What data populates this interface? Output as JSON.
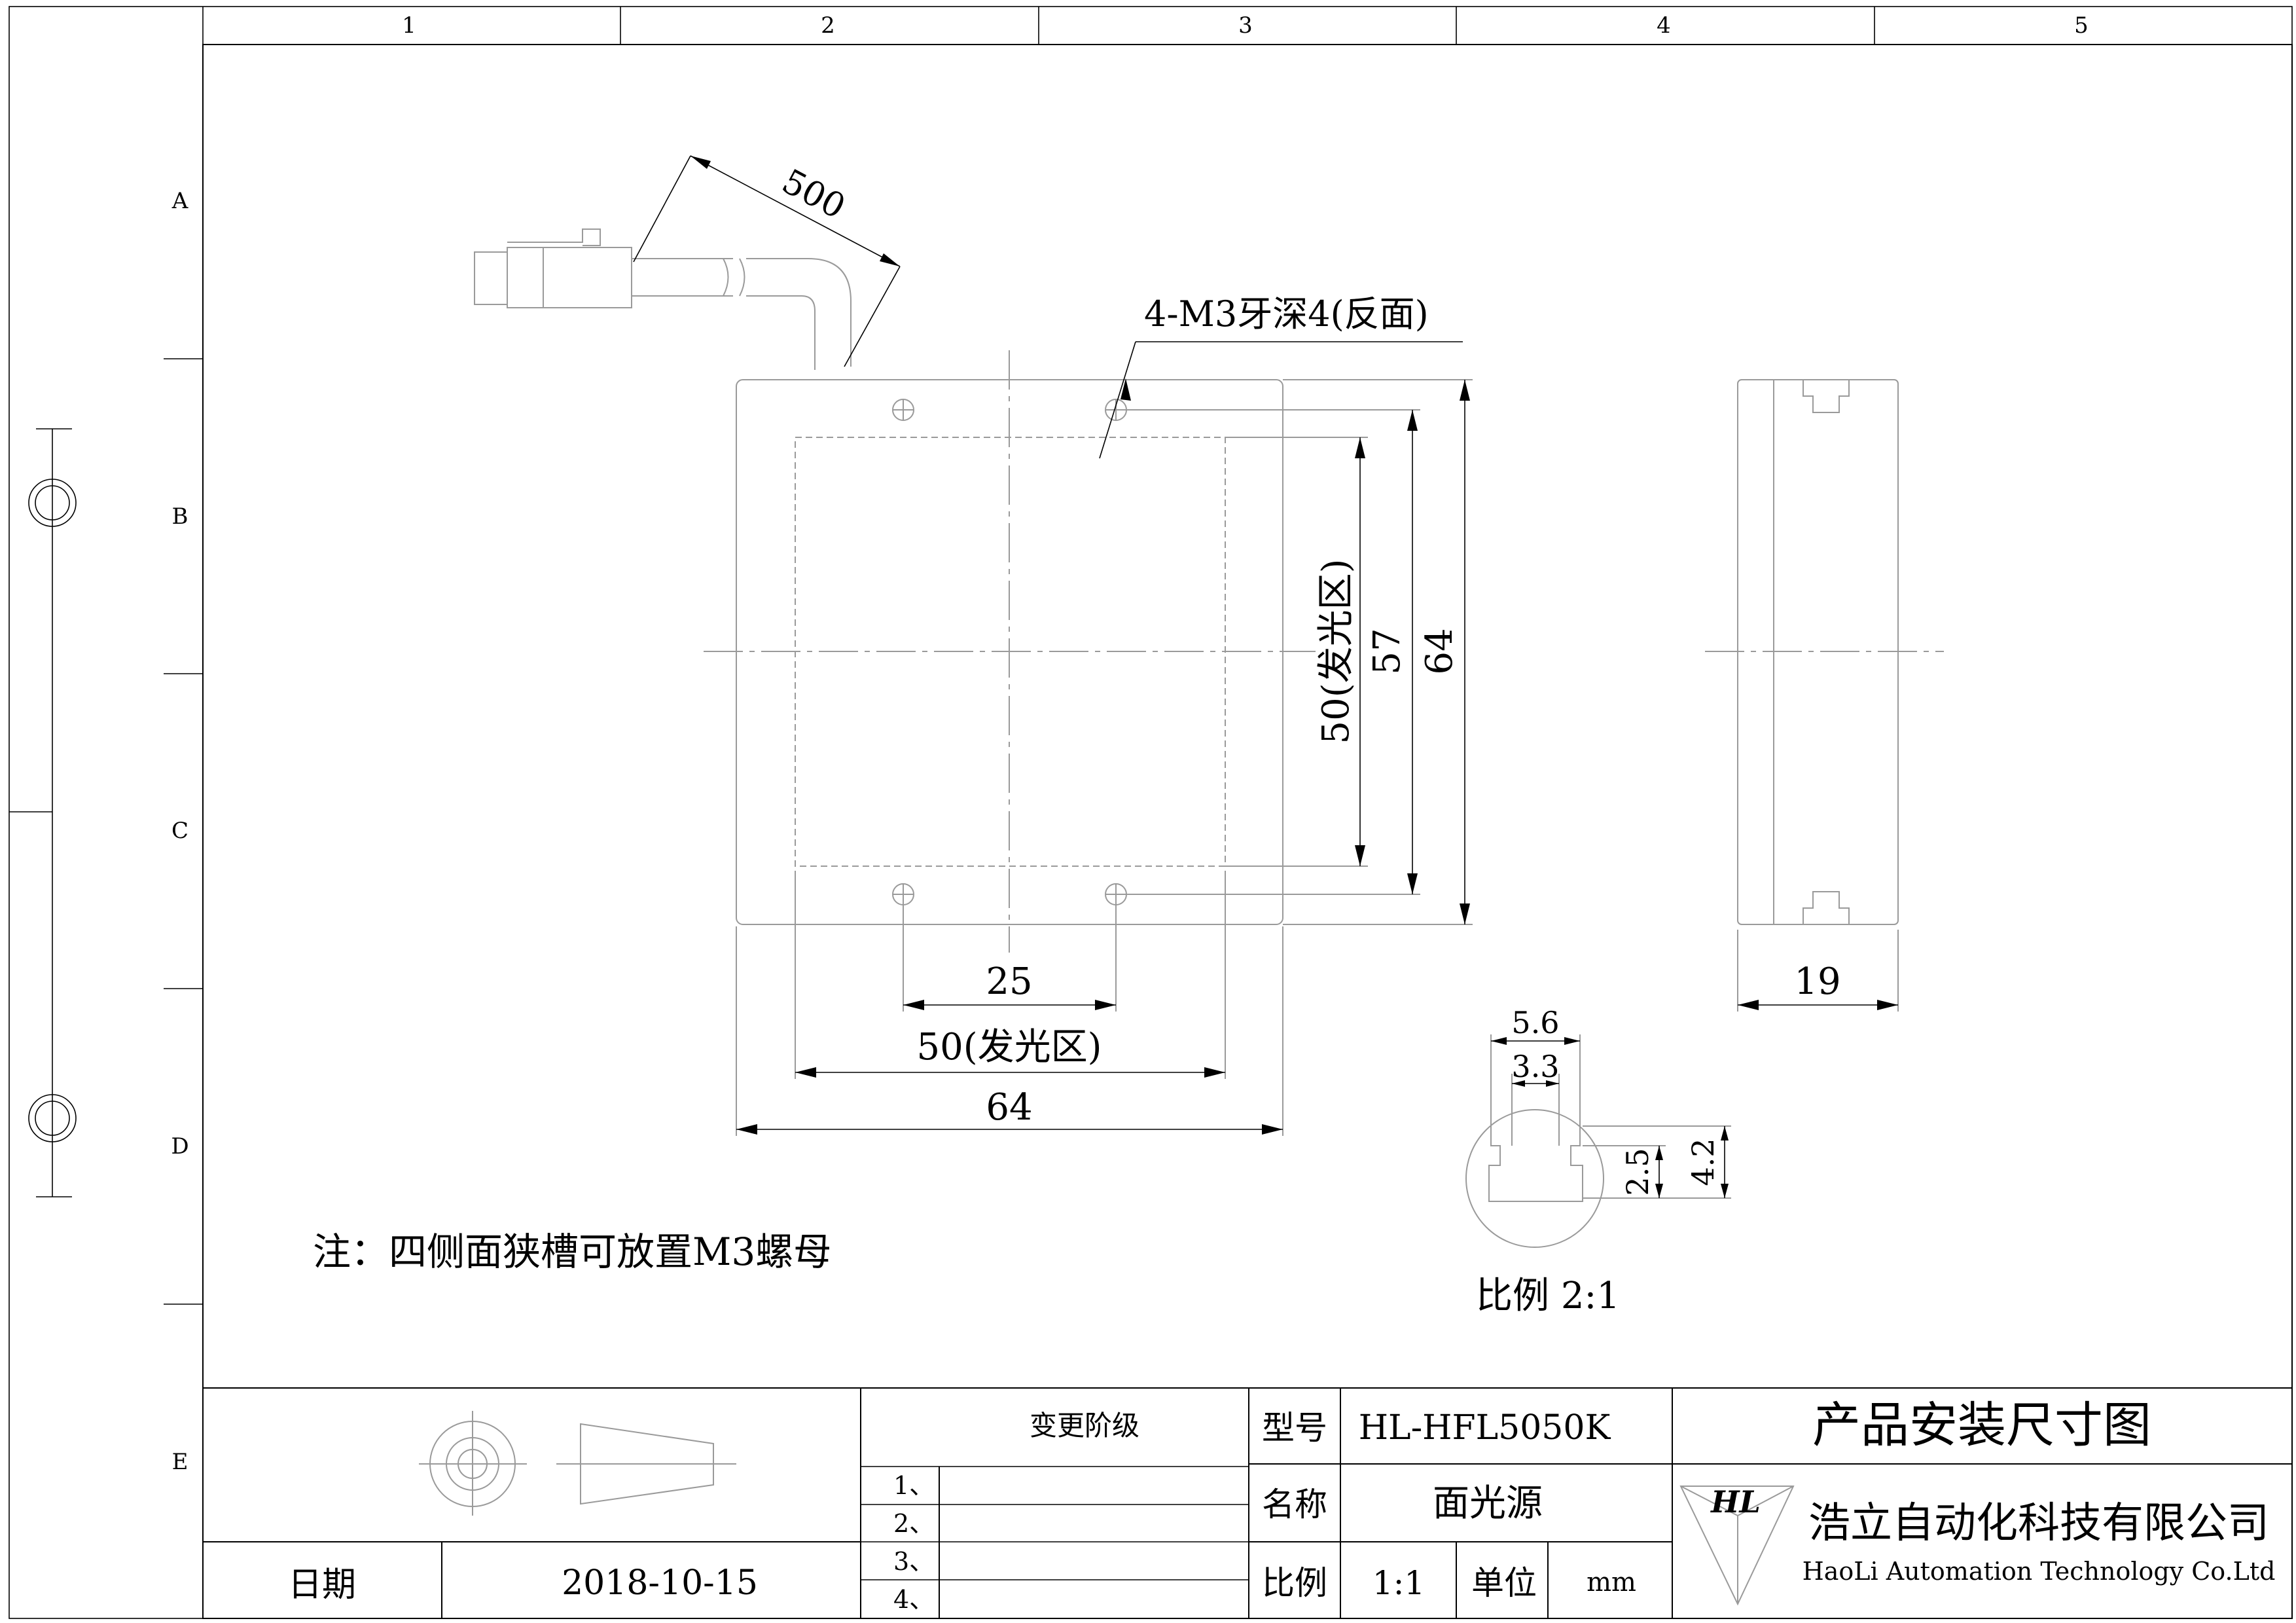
{
  "frame": {
    "columns": [
      "1",
      "2",
      "3",
      "4",
      "5"
    ],
    "rows": [
      "A",
      "B",
      "C",
      "D",
      "E"
    ]
  },
  "front_view": {
    "cable_length": "500",
    "thread_note": "4-M3牙深4(反面)",
    "dim_hole_spacing_x": "25",
    "dim_emit_width": "50(发光区)",
    "dim_width": "64",
    "dim_emit_height": "50(发光区)",
    "dim_hole_spacing_y": "57",
    "dim_height": "64"
  },
  "side_view": {
    "dim_thickness": "19"
  },
  "detail_view": {
    "dim_5_6": "5.6",
    "dim_3_3": "3.3",
    "dim_2_5": "2.5",
    "dim_4_2": "4.2",
    "scale_label": "比例 2:1"
  },
  "note": "注：四侧面狭槽可放置M3螺母",
  "title_block": {
    "date_label": "日期",
    "date_value": "2018-10-15",
    "revision_header": "变更阶级",
    "revisions": [
      "1、",
      "2、",
      "3、",
      "4、"
    ],
    "model_label": "型号",
    "model_value": "HL-HFL5050K",
    "name_label": "名称",
    "name_value": "面光源",
    "scale_label": "比例",
    "scale_value": "1:1",
    "unit_label": "单位",
    "unit_value": "mm",
    "drawing_title": "产品安装尺寸图",
    "company_cn": "浩立自动化科技有限公司",
    "company_en": "HaoLi Automation Technology Co.Ltd",
    "logo_text": "HL"
  }
}
